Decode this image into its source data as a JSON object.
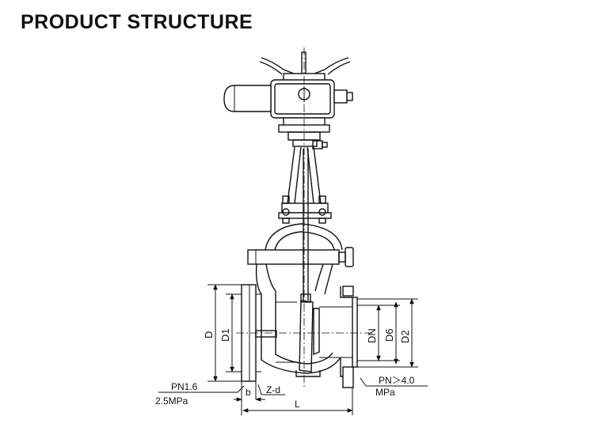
{
  "title": "PRODUCT STRUCTURE",
  "labels": {
    "D": "D",
    "D1": "D1",
    "DN": "DN",
    "D6": "D6",
    "D2": "D2",
    "pn16": "PN1.6",
    "mpa25": "2.5MPa",
    "b": "b",
    "zd": "Z-d",
    "L": "L",
    "pn40": "PN＞4.0",
    "mpa": "MPa"
  }
}
